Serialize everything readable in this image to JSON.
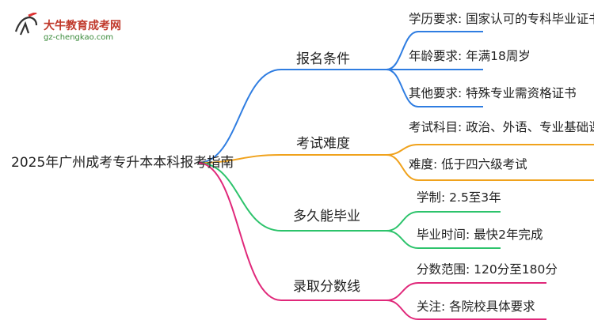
{
  "logo": {
    "title": "大牛教育成考网",
    "url": "gz-chengkao.com"
  },
  "root": "2025年广州成考专升本本科报考指南",
  "branches": [
    {
      "label": "报名条件",
      "color": "#2f7de1",
      "leaves": [
        "学历要求: 国家认可的专科毕业证书",
        "年龄要求: 年满18周岁",
        "其他要求: 特殊专业需资格证书"
      ]
    },
    {
      "label": "考试难度",
      "color": "#f0a21c",
      "leaves": [
        "考试科目: 政治、外语、专业基础课",
        "难度: 低于四六级考试"
      ]
    },
    {
      "label": "多久能毕业",
      "color": "#2cc36b",
      "leaves": [
        "学制: 2.5至3年",
        "毕业时间: 最快2年完成"
      ]
    },
    {
      "label": "录取分数线",
      "color": "#e0287a",
      "leaves": [
        "分数范围: 120分至180分",
        "关注: 各院校具体要求"
      ]
    }
  ]
}
